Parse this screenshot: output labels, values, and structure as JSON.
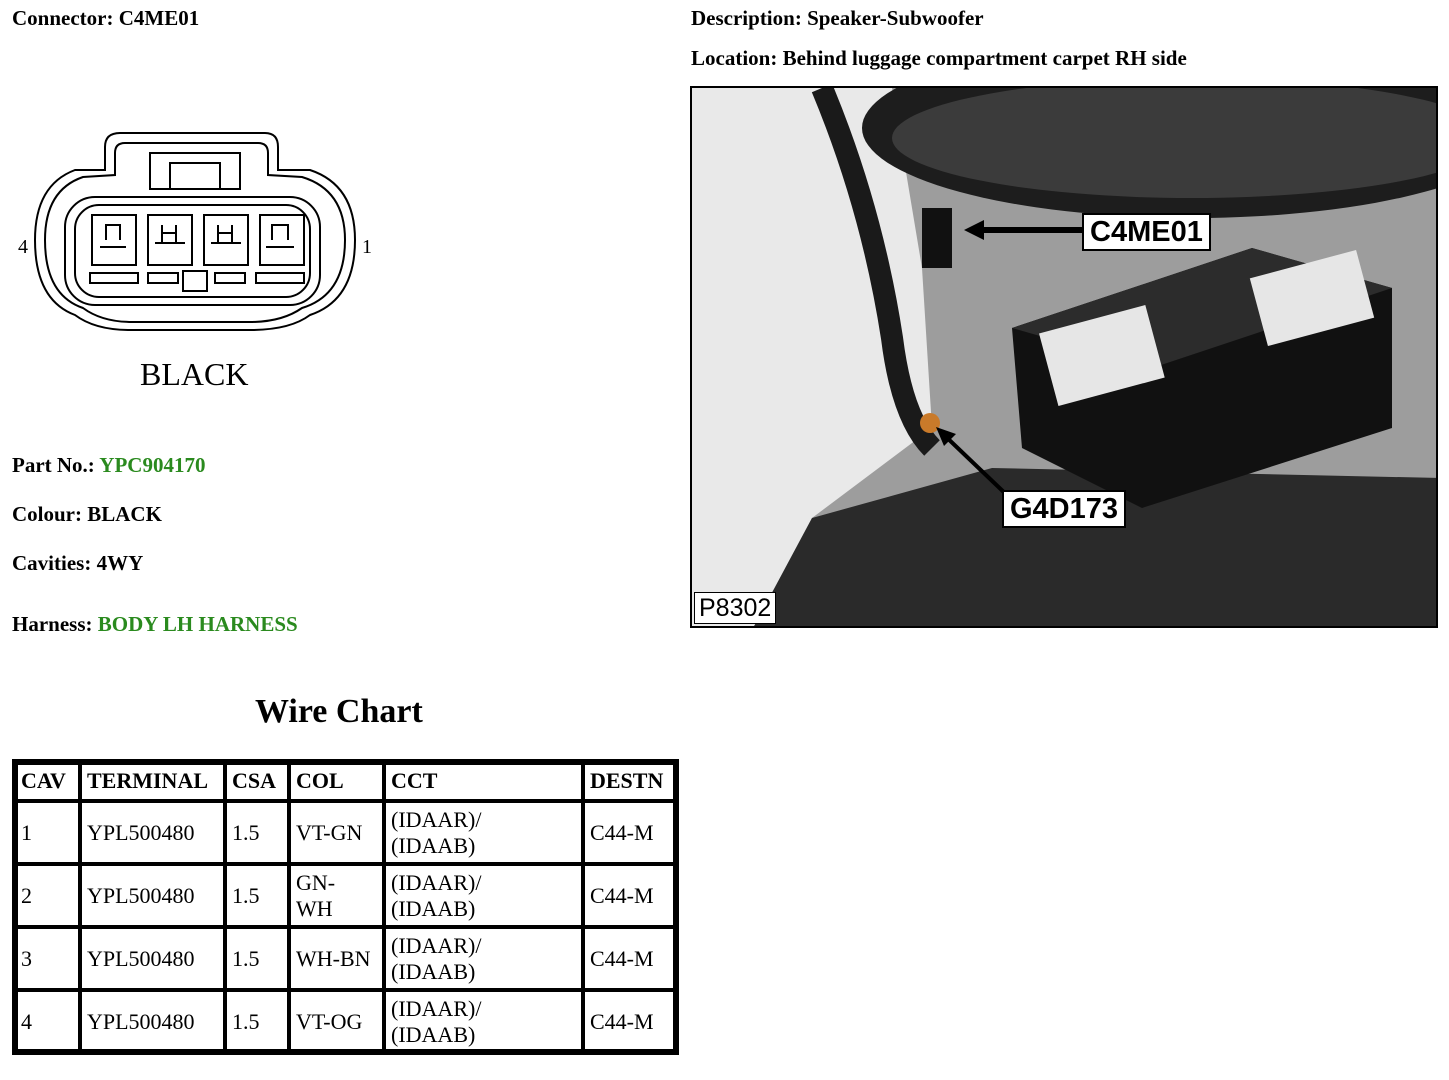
{
  "connector": {
    "label": "Connector:",
    "value": "C4ME01"
  },
  "description": {
    "label": "Description:",
    "value": "Speaker-Subwoofer"
  },
  "location": {
    "label": "Location:",
    "value": "Behind luggage compartment carpet RH side"
  },
  "diagram": {
    "pin_left": "4",
    "pin_right": "1",
    "color_text": "BLACK"
  },
  "part_no": {
    "label": "Part No.:",
    "value": "YPC904170"
  },
  "colour": {
    "label": "Colour:",
    "value": "BLACK"
  },
  "cavities": {
    "label": "Cavities:",
    "value": "4WY"
  },
  "harness": {
    "label": "Harness:",
    "value": "BODY LH HARNESS"
  },
  "photo": {
    "callout_connector": "C4ME01",
    "callout_ground": "G4D173",
    "photo_id": "P8302"
  },
  "wire_chart": {
    "title": "Wire Chart",
    "headers": [
      "CAV",
      "TERMINAL",
      "CSA",
      "COL",
      "CCT",
      "DESTN"
    ],
    "rows": [
      {
        "cav": "1",
        "terminal": "YPL500480",
        "csa": "1.5",
        "col": "VT-GN",
        "cct_line1": "(IDAAR)/",
        "cct_line2": "(IDAAB)",
        "destn": "C44-M"
      },
      {
        "cav": "2",
        "terminal": "YPL500480",
        "csa": "1.5",
        "col_line1": "GN-",
        "col_line2": "WH",
        "cct_line1": "(IDAAR)/",
        "cct_line2": "(IDAAB)",
        "destn": "C44-M"
      },
      {
        "cav": "3",
        "terminal": "YPL500480",
        "csa": "1.5",
        "col": "WH-BN",
        "cct_line1": "(IDAAR)/",
        "cct_line2": "(IDAAB)",
        "destn": "C44-M"
      },
      {
        "cav": "4",
        "terminal": "YPL500480",
        "csa": "1.5",
        "col": "VT-OG",
        "cct_line1": "(IDAAR)/",
        "cct_line2": "(IDAAB)",
        "destn": "C44-M"
      }
    ]
  },
  "colors": {
    "accent_green": "#2a8a1e"
  }
}
